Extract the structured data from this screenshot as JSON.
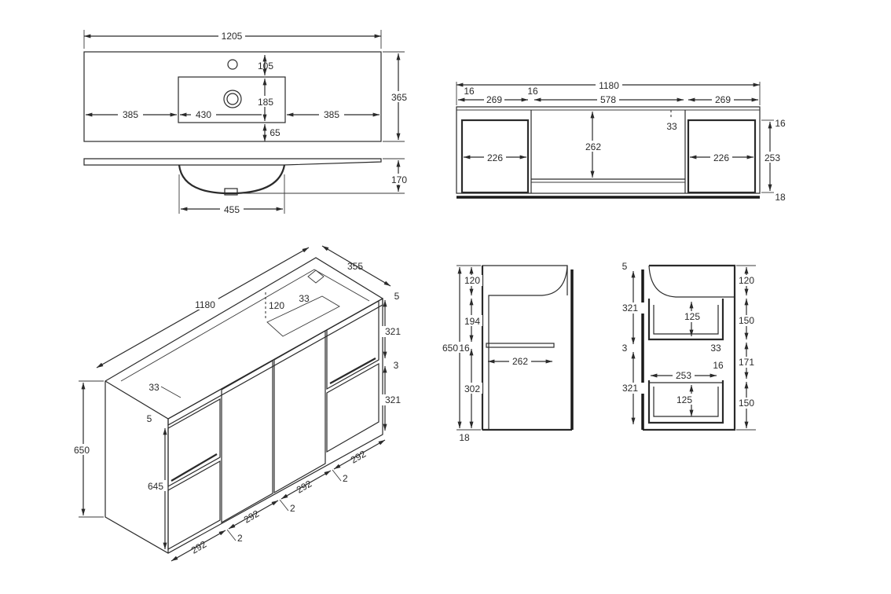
{
  "views": {
    "basin_top": {
      "width": "1205",
      "depth": "365",
      "left": "385",
      "bowl": "430",
      "right": "385",
      "tap_offset": "105",
      "bowl_depth": "185",
      "front": "65"
    },
    "basin_side": {
      "height": "170",
      "bowl_width": "455"
    },
    "cabinet_front": {
      "width": "1180",
      "side_l": "16",
      "side_r": "16",
      "drawer_l": "269",
      "centre": "578",
      "drawer_r": "269",
      "inner_l": "226",
      "inner_r": "226",
      "height_inner": "262",
      "gap": "33",
      "top": "16",
      "height": "253",
      "plinth": "18"
    },
    "iso": {
      "width": "1180",
      "depth": "355",
      "height": "650",
      "door_h": "645",
      "reveal": "5",
      "top_gap": "120",
      "gap_l": "33",
      "gap_r": "33",
      "drawer_top": "321",
      "mid_gap": "3",
      "drawer_bot": "321",
      "top_5": "5",
      "door_w1": "292",
      "door_w2": "292",
      "door_w3": "292",
      "door_w4": "292",
      "gap_a": "2",
      "gap_b": "2",
      "gap_c": "2"
    },
    "side_section": {
      "height": "650",
      "top": "120",
      "upper": "194",
      "shelf": "16",
      "lower": "302",
      "base": "18",
      "shelf_depth": "262"
    },
    "drawer_section": {
      "top_gap": "5",
      "drawer_upper": "321",
      "drawer_gap": "3",
      "drawer_lower": "321",
      "r_top": "120",
      "r_upper": "150",
      "r_mid": "171",
      "r_lower": "150",
      "inner_h1": "125",
      "gap_33": "33",
      "inner_w": "253",
      "side_16": "16",
      "inner_h2": "125"
    }
  }
}
